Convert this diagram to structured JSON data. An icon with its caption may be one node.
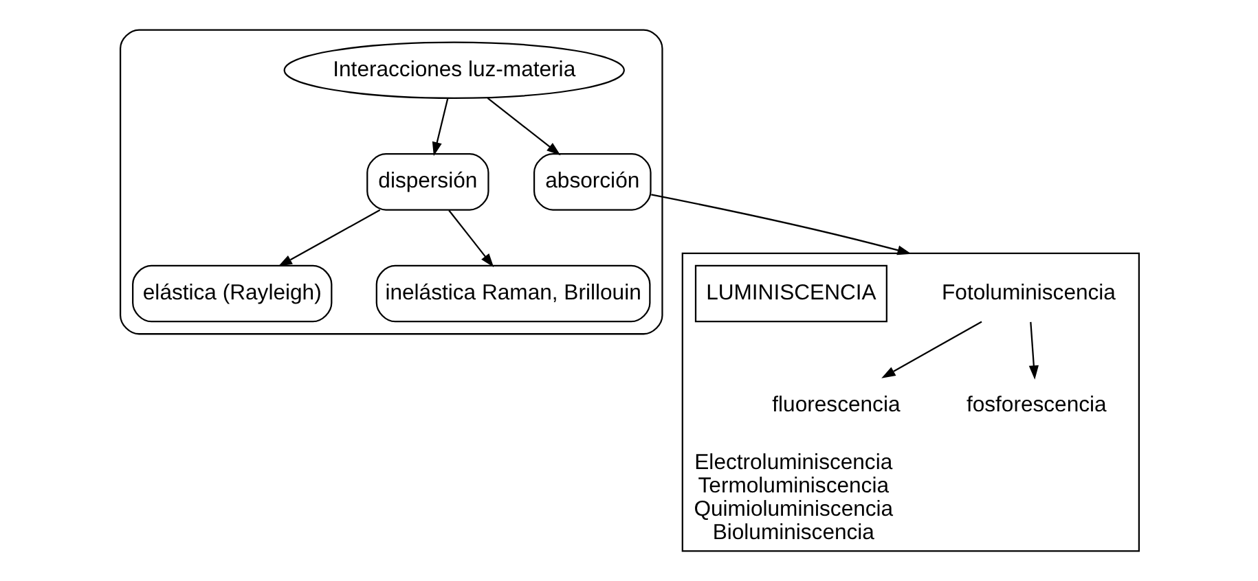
{
  "diagram": {
    "nodes": [
      {
        "text": [],
        "shape": "box"
      },
      {
        "text": [
          "Interacciones luz-materia"
        ],
        "in": 0
      },
      {
        "text": [
          "dispersión"
        ],
        "in": 0
      },
      {
        "text": [
          "absorción"
        ],
        "in": 0
      },
      {
        "text": [
          "elástica (Rayleigh)"
        ],
        "in": 0
      },
      {
        "text": [
          "inelástica Raman, Brillouin"
        ],
        "in": 0
      },
      {
        "text": [
          "Electroluminiscencia",
          "Termoluminiscencia",
          "Quimioluminiscencia",
          "Bioluminiscencia"
        ]
      },
      {
        "text": [
          "Fotoluminiscencia"
        ],
        "in": 6
      },
      {
        "text": [
          "fluorescencia"
        ],
        "in": 6
      },
      {
        "text": [
          "fosforescencia"
        ],
        "in": 6
      },
      {
        "text": [
          "LUMINISCENCIA"
        ],
        "in": 6
      }
    ],
    "edges": [
      {
        "from": 1,
        "to": 2,
        "arrow": "to"
      },
      {
        "from": 1,
        "to": 3,
        "arrow": "to"
      },
      {
        "from": 2,
        "to": 4,
        "arrow": "to"
      },
      {
        "from": 2,
        "to": 5,
        "arrow": "to"
      },
      {
        "from": 3,
        "to": 6,
        "arrow": "to"
      },
      {
        "from": 7,
        "to": 8,
        "arrow": "to"
      },
      {
        "from": 7,
        "to": 9,
        "arrow": "to"
      }
    ]
  }
}
